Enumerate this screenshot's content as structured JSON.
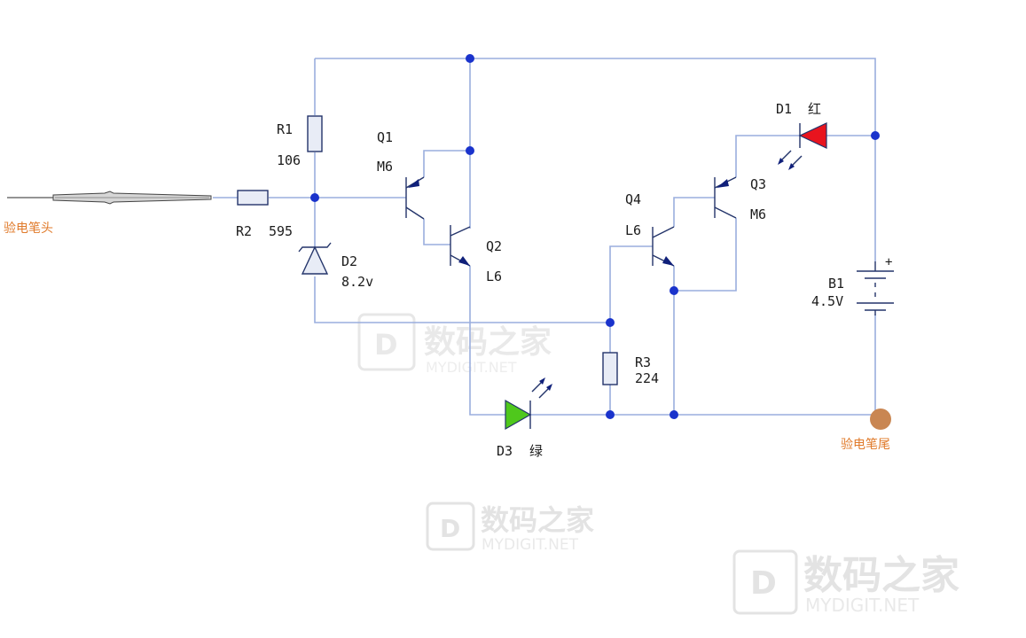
{
  "components": {
    "r1": {
      "name": "R1",
      "value": "106"
    },
    "r2": {
      "name": "R2",
      "value": "595"
    },
    "r3": {
      "name": "R3",
      "value": "224"
    },
    "d1": {
      "name": "D1",
      "note": "红",
      "color": "#e8141e"
    },
    "d2": {
      "name": "D2",
      "value": "8.2v"
    },
    "d3": {
      "name": "D3",
      "note": "绿",
      "color": "#4fc81c"
    },
    "q1": {
      "name": "Q1",
      "type": "M6"
    },
    "q2": {
      "name": "Q2",
      "type": "L6"
    },
    "q3": {
      "name": "Q3",
      "type": "M6"
    },
    "q4": {
      "name": "Q4",
      "type": "L6"
    },
    "b1": {
      "name": "B1",
      "value": "4.5V",
      "plus": "+"
    }
  },
  "probe": {
    "head_label": "验电笔头",
    "tail_label": "验电笔尾",
    "tail_color": "#c98652"
  },
  "watermark": {
    "main": "数码之家",
    "sub": "MYDIGIT.NET",
    "logo_glyph": "D"
  },
  "colors": {
    "wire": "#9aaede",
    "junction": "#1a33cc",
    "device": "#23346a",
    "label_orange": "#e07a2a"
  }
}
